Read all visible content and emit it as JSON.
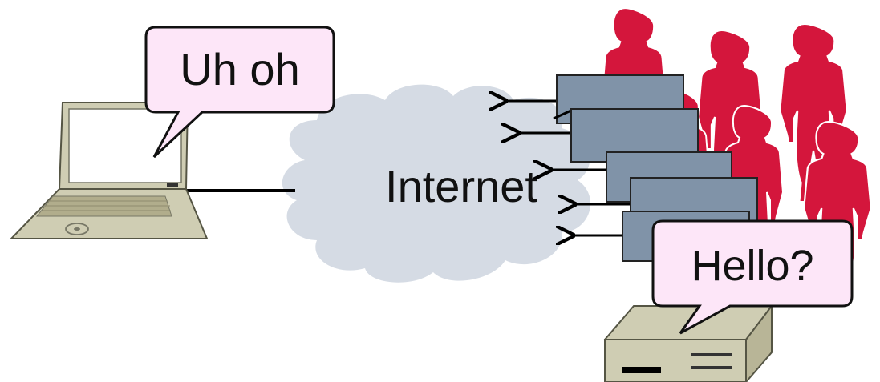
{
  "cloud_label": "Internet",
  "client_bubble_text": "Uh oh",
  "server_bubble_text": "Hello?",
  "colors": {
    "people": "#d4163c",
    "people_stroke": "#ffffff",
    "packet_fill": "#8093a8",
    "packet_stroke": "#222222",
    "cloud": "#d5dbe4",
    "bubble_fill": "#fde6f8",
    "bubble_stroke": "#111111",
    "device_fill": "#cfcdb3",
    "device_stroke": "#555544"
  },
  "icons": {
    "client": "laptop-icon",
    "server": "server-icon",
    "attackers": "person-icon",
    "packets": "packet-icon"
  }
}
